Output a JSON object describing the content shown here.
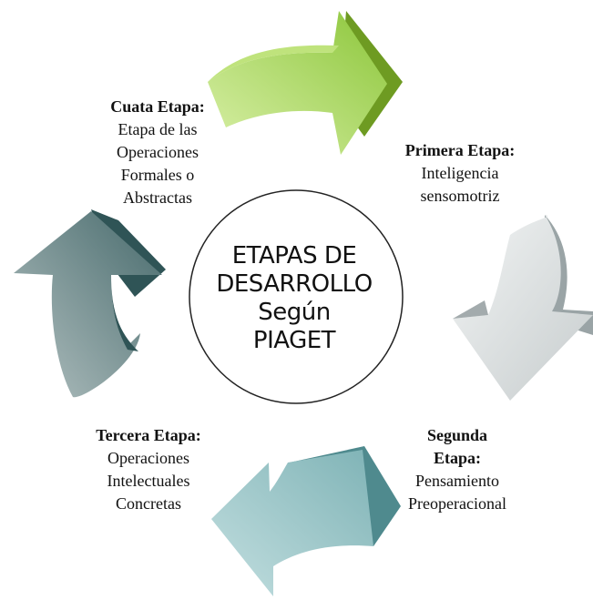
{
  "center": {
    "lines": [
      "ETAPAS DE",
      "DESARROLLO",
      "Según",
      "PIAGET"
    ]
  },
  "stages": {
    "first": {
      "title": "Primera Etapa:",
      "lines": [
        "Inteligencia",
        "sensomotriz"
      ]
    },
    "second": {
      "title_lines": [
        "Segunda",
        "Etapa:"
      ],
      "lines": [
        "Pensamiento",
        "Preoperacional"
      ]
    },
    "third": {
      "title": "Tercera Etapa:",
      "lines": [
        "Operaciones",
        "Intelectuales",
        "Concretas"
      ]
    },
    "fourth": {
      "title": "Cuata Etapa:",
      "lines": [
        "Etapa de las",
        "Operaciones",
        "Formales o",
        "Abstractas"
      ]
    }
  },
  "colors": {
    "arrow_green": "#a6d34a",
    "arrow_green_dark": "#7aa82a",
    "arrow_gray": "#d7dcdd",
    "arrow_gray_dark": "#8f9a9c",
    "arrow_teal": "#8fbcbf",
    "arrow_teal_dark": "#4f8a8e",
    "arrow_slate": "#5f7e80",
    "arrow_slate_dark": "#2f5456",
    "circle_stroke": "#222222"
  }
}
